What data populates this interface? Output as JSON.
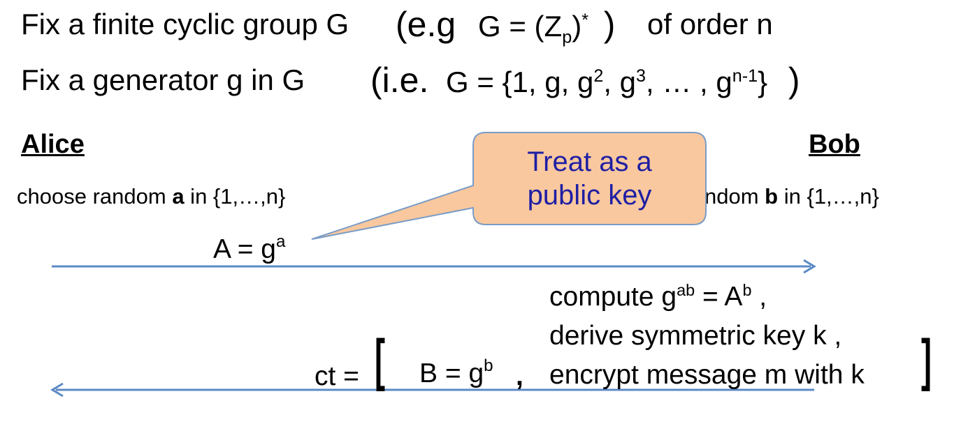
{
  "header": {
    "line1": {
      "text": "Fix a finite cyclic group  G",
      "eg_prefix": "(e.g",
      "eg_group": "G = (Z",
      "eg_sub": "p",
      "eg_close": ")",
      "eg_sup": "*",
      "eg_paren_close": ")",
      "order_text": "of order  n"
    },
    "line2": {
      "text": "Fix a generator g  in  G",
      "ie_prefix": "(i.e.",
      "ie_set_a": "G = {1, g, g",
      "sup2": "2",
      "mid_a": ", g",
      "sup3": "3",
      "mid_b": ", … , g",
      "supn": "n-1",
      "set_close": "}",
      "paren_close": ")"
    }
  },
  "parties": {
    "alice": "Alice",
    "bob": "Bob"
  },
  "alice_choose": {
    "prefix": "choose random ",
    "var": "a",
    "suffix": " in {1,…,n}"
  },
  "bob_choose": {
    "prefix": "ndom ",
    "var": "b",
    "suffix": " in {1,…,n}"
  },
  "callout": {
    "line1": "Treat as a",
    "line2": "public key",
    "fill": "#f9c89f",
    "border": "#7a9cc6",
    "text_color": "#1f1fa3"
  },
  "message_a": {
    "base": "A = g",
    "exp": "a"
  },
  "bob_steps": {
    "compute_prefix": "compute  g",
    "compute_exp": "ab",
    "compute_mid": " = A",
    "compute_exp2": "b",
    "compute_suffix": " ,",
    "derive": "derive symmetric key k ,",
    "encrypt": "encrypt message m with k"
  },
  "ciphertext": {
    "label": "ct =",
    "open": "[",
    "b_base": "B = g",
    "b_exp": "b",
    "comma": ",",
    "close": "]"
  },
  "colors": {
    "arrow": "#5b8ac6"
  }
}
